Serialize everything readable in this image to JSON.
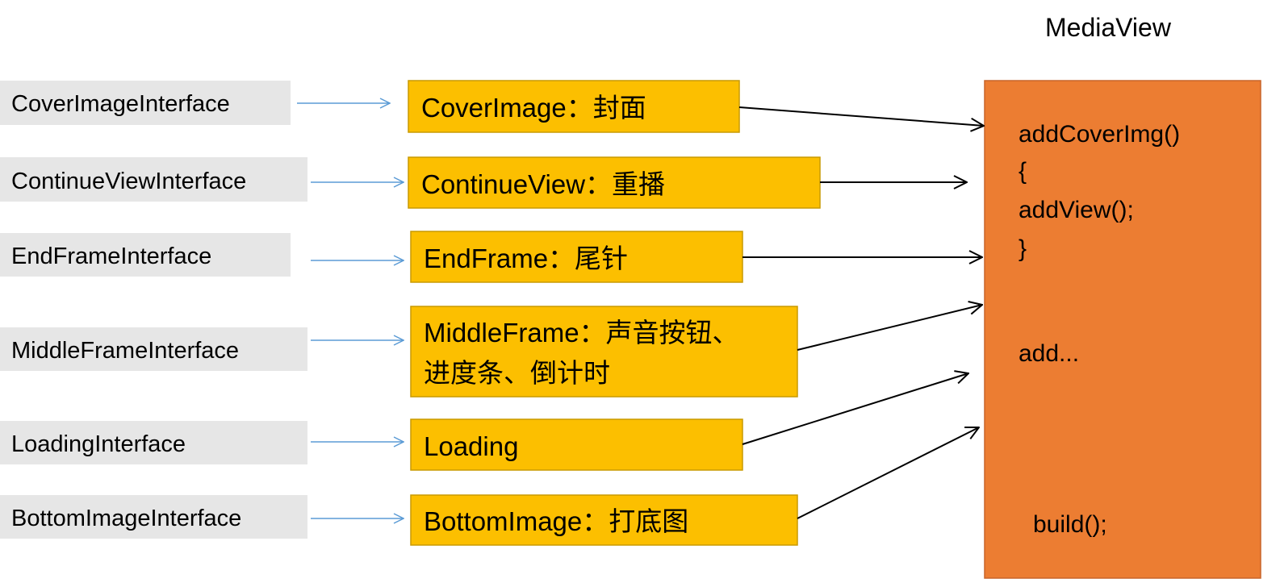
{
  "title": "MediaView",
  "colors": {
    "interface_bg": "#e6e6e6",
    "component_bg": "#fcbf00",
    "component_border": "#c99a00",
    "mediaview_bg": "#ec7d32",
    "blue_arrow": "#5b9bd5",
    "black_arrow": "#000000"
  },
  "interfaces": [
    "CoverImageInterface",
    "ContinueViewInterface",
    "EndFrameInterface",
    "MiddleFrameInterface",
    "LoadingInterface",
    "BottomImageInterface"
  ],
  "components": [
    {
      "lines": [
        "CoverImage：封面"
      ]
    },
    {
      "lines": [
        "ContinueView：重播"
      ]
    },
    {
      "lines": [
        "EndFrame：尾针"
      ]
    },
    {
      "lines": [
        "MiddleFrame：声音按钮、",
        "进度条、倒计时"
      ]
    },
    {
      "lines": [
        "Loading"
      ]
    },
    {
      "lines": [
        "BottomImage：打底图"
      ]
    }
  ],
  "mediaview_code": [
    "addCoverImg()",
    "{",
    "addView();",
    "}",
    "add...",
    "build();"
  ]
}
